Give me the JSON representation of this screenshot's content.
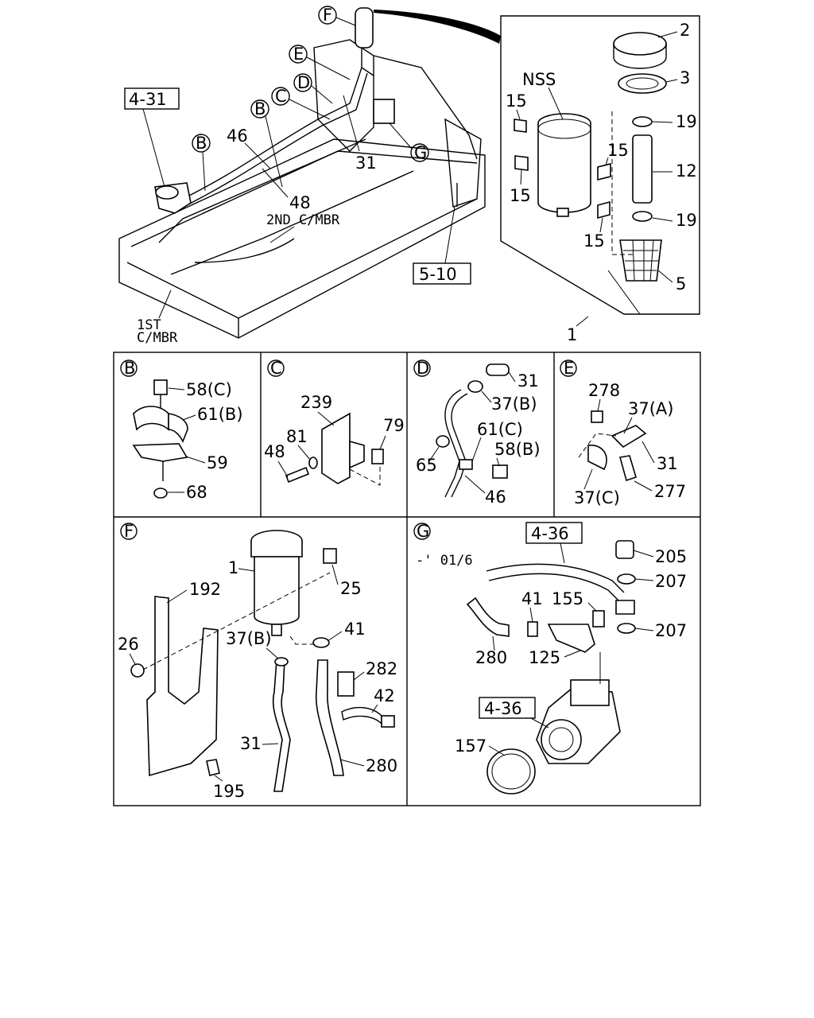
{
  "overview": {
    "callouts": [
      "F",
      "E",
      "D",
      "C",
      "B",
      "B",
      "G"
    ],
    "refs": [
      "4-31",
      "5-10"
    ],
    "numbers": [
      "46",
      "31",
      "48"
    ],
    "member2": "2ND C/MBR",
    "member1_line1": "1ST",
    "member1_line2": "C/MBR"
  },
  "tank_detail": {
    "nss": "NSS",
    "labels": [
      "2",
      "3",
      "19",
      "12",
      "19",
      "5",
      "15",
      "15",
      "15",
      "15",
      "1"
    ]
  },
  "panel_B": {
    "tag": "B",
    "labels": [
      "58(C)",
      "61(B)",
      "59",
      "68"
    ]
  },
  "panel_C": {
    "tag": "C",
    "labels": [
      "239",
      "79",
      "48",
      "81"
    ]
  },
  "panel_D": {
    "tag": "D",
    "labels": [
      "31",
      "37(B)",
      "61(C)",
      "58(B)",
      "65",
      "46"
    ]
  },
  "panel_E": {
    "tag": "E",
    "labels": [
      "278",
      "37(A)",
      "31",
      "37(C)",
      "277"
    ]
  },
  "panel_F": {
    "tag": "F",
    "labels": [
      "1",
      "25",
      "192",
      "26",
      "37(B)",
      "41",
      "282",
      "42",
      "31",
      "280",
      "195"
    ]
  },
  "panel_G": {
    "tag": "G",
    "ref_top": "4-36",
    "date_note": "-' 01/6",
    "ref_pump": "4-36",
    "labels": [
      "205",
      "207",
      "41",
      "155",
      "207",
      "280",
      "125",
      "157"
    ]
  }
}
